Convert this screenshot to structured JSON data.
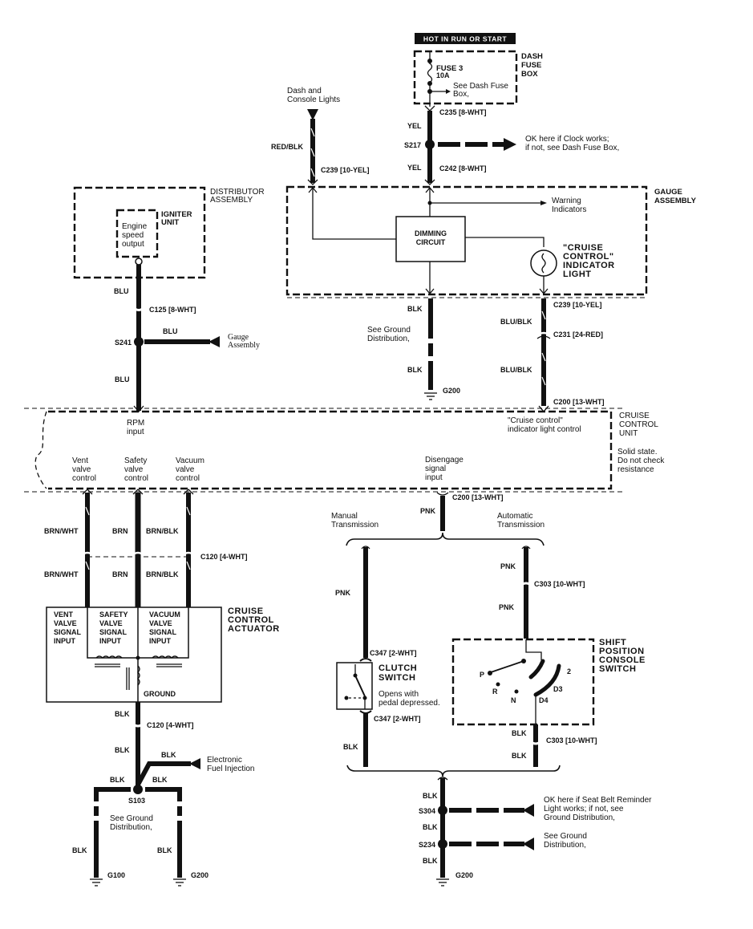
{
  "power": {
    "hot_badge": "HOT IN RUN OR START",
    "fuse_name": "FUSE 3",
    "fuse_rating": "10A",
    "see_dash_fuse_1": "See Dash Fuse",
    "see_dash_fuse_2": "Box,",
    "dash_fuse_box_1": "DASH",
    "dash_fuse_box_2": "FUSE",
    "dash_fuse_box_3": "BOX",
    "c235": "C235 [8-WHT]",
    "yel_1": "YEL",
    "s217": "S217",
    "clock_note_1": "OK here if Clock works;",
    "clock_note_2": "if not, see Dash Fuse Box,",
    "yel_2": "YEL",
    "c242": "C242 [8-WHT]"
  },
  "dash_lights": {
    "label_1": "Dash and",
    "label_2": "Console Lights",
    "wire": "RED/BLK",
    "c239": "C239 [10-YEL]"
  },
  "gauge_assembly": {
    "title_1": "GAUGE",
    "title_2": "ASSEMBLY",
    "warning_1": "Warning",
    "warning_2": "Indicators",
    "dimming_1": "DIMMING",
    "dimming_2": "CIRCUIT",
    "indicator_1": "\"CRUISE",
    "indicator_2": "CONTROL\"",
    "indicator_3": "INDICATOR",
    "indicator_4": "LIGHT",
    "blk_1": "BLK",
    "see_ground_1": "See Ground",
    "see_ground_2": "Distribution,",
    "blk_2": "BLK",
    "g200": "G200",
    "c239_b": "C239 [10-YEL]",
    "blu_blk_1": "BLU/BLK",
    "c231": "C231 [24-RED]",
    "blu_blk_2": "BLU/BLK",
    "c200": "C200 [13-WHT]"
  },
  "distributor": {
    "title_1": "DISTRIBUTOR",
    "title_2": "ASSEMBLY",
    "igniter_1": "IGNITER",
    "igniter_2": "UNIT",
    "engine_1": "Engine",
    "engine_2": "speed",
    "engine_3": "output",
    "blu_1": "BLU",
    "c125": "C125 [8-WHT]",
    "s241": "S241",
    "blu_branch": "BLU",
    "gauge_1": "Gauge",
    "gauge_2": "Assembly",
    "blu_2": "BLU"
  },
  "cruise_unit": {
    "title_1": "CRUISE",
    "title_2": "CONTROL",
    "title_3": "UNIT",
    "note_1": "Solid state.",
    "note_2": "Do not check",
    "note_3": "resistance",
    "rpm_1": "RPM",
    "rpm_2": "input",
    "indicator_ctl_1": "\"Cruise control\"",
    "indicator_ctl_2": "indicator light control",
    "vent_1": "Vent",
    "vent_2": "valve",
    "vent_3": "control",
    "safety_1": "Safety",
    "safety_2": "valve",
    "safety_3": "control",
    "vacuum_1": "Vacuum",
    "vacuum_2": "valve",
    "vacuum_3": "control",
    "disengage_1": "Disengage",
    "disengage_2": "signal",
    "disengage_3": "input"
  },
  "actuator": {
    "brn_wht_1": "BRN/WHT",
    "brn_1": "BRN",
    "brn_blk_1": "BRN/BLK",
    "c120": "C120 [4-WHT]",
    "brn_wht_2": "BRN/WHT",
    "brn_2": "BRN",
    "brn_blk_2": "BRN/BLK",
    "title_1": "CRUISE",
    "title_2": "CONTROL",
    "title_3": "ACTUATOR",
    "vent_1": "VENT",
    "vent_2": "VALVE",
    "vent_3": "SIGNAL",
    "vent_4": "INPUT",
    "safety_1": "SAFETY",
    "safety_2": "VALVE",
    "safety_3": "SIGNAL",
    "safety_4": "INPUT",
    "vacuum_1": "VACUUM",
    "vacuum_2": "VALVE",
    "vacuum_3": "SIGNAL",
    "vacuum_4": "INPUT",
    "ground": "GROUND"
  },
  "ground_left": {
    "blk_1": "BLK",
    "c120": "C120 [4-WHT]",
    "blk_2": "BLK",
    "blk_efi": "BLK",
    "efi_1": "Electronic",
    "efi_2": "Fuel Injection",
    "blk_l": "BLK",
    "blk_r": "BLK",
    "s103": "S103",
    "see_ground_1": "See Ground",
    "see_ground_2": "Distribution,",
    "blk_3": "BLK",
    "blk_4": "BLK",
    "g100": "G100",
    "g200": "G200"
  },
  "transmission": {
    "c200": "C200 [13-WHT]",
    "pnk_main": "PNK",
    "manual_1": "Manual",
    "manual_2": "Transmission",
    "auto_1": "Automatic",
    "auto_2": "Transmission",
    "pnk_manual": "PNK",
    "c347_top": "C347 [2-WHT]",
    "clutch_1": "CLUTCH",
    "clutch_2": "SWITCH",
    "opens_1": "Opens with",
    "opens_2": "pedal depressed.",
    "c347_bottom": "C347 [2-WHT]",
    "blk_manual": "BLK",
    "pnk_auto_1": "PNK",
    "c303_top": "C303 [10-WHT]",
    "pnk_auto_2": "PNK",
    "shift_1": "SHIFT",
    "shift_2": "POSITION",
    "shift_3": "CONSOLE",
    "shift_4": "SWITCH",
    "pos_p": "P",
    "pos_r": "R",
    "pos_n": "N",
    "pos_d4": "D4",
    "pos_d3": "D3",
    "pos_2": "2",
    "blk_auto_1": "BLK",
    "c303_bottom": "C303 [10-WHT]",
    "blk_auto_2": "BLK"
  },
  "ground_right": {
    "blk_1": "BLK",
    "s304": "S304",
    "seatbelt_1": "OK here if Seat Belt Reminder",
    "seatbelt_2": "Light works; if not, see",
    "seatbelt_3": "Ground Distribution,",
    "blk_2": "BLK",
    "s234": "S234",
    "see_ground_1": "See Ground",
    "see_ground_2": "Distribution,",
    "blk_3": "BLK",
    "g200": "G200"
  }
}
